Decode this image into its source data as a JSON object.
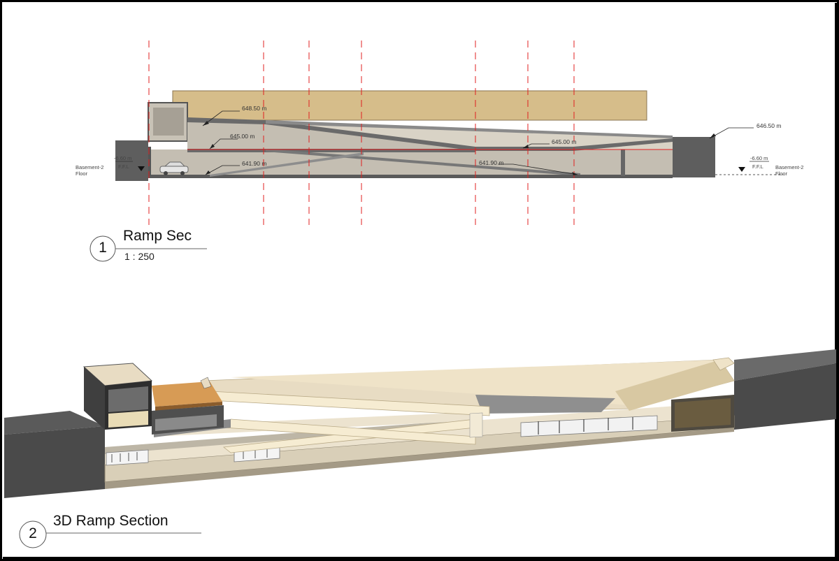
{
  "views": [
    {
      "number": "1",
      "title": "Ramp Sec",
      "scale": "1 : 250"
    },
    {
      "number": "2",
      "title": "3D Ramp Section"
    }
  ],
  "elevations": {
    "e648_50": "648.50 m",
    "e645_00_left": "645.00 m",
    "e641_90_left": "641.90 m",
    "e645_00_right": "645.00 m",
    "e641_90_right": "641.90 m",
    "e646_50": "646.50 m"
  },
  "level_left": {
    "value": "-6.60 m",
    "ffl": "F.F.L",
    "name": "Basement-2",
    "sub": "Floor"
  },
  "level_right": {
    "value": "-6.60 m",
    "ffl": "F.F.L",
    "name": "Basement-2",
    "sub": "Floor"
  },
  "colors": {
    "beam": "#d6bd8a",
    "wall": "#5e5e5e",
    "ramp_fill": "#c4beb2",
    "gridline": "#e02020",
    "iso_light": "#f3e4c2",
    "iso_orange": "#d79b55",
    "iso_dark": "#4f4f4f"
  }
}
